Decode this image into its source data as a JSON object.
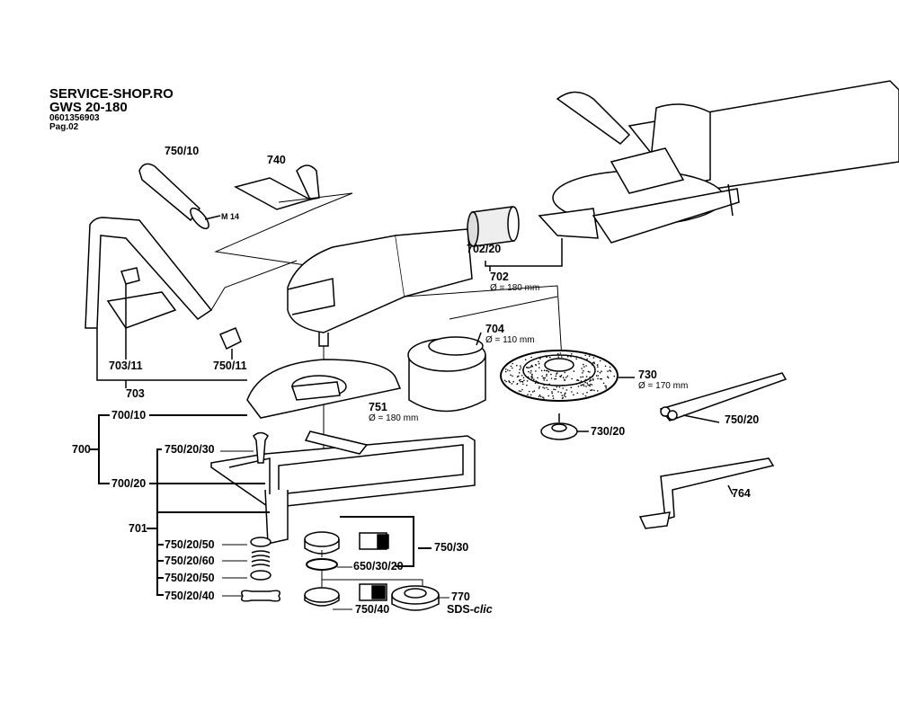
{
  "header": {
    "shop": "SERVICE-SHOP.RO",
    "model": "GWS 20-180",
    "part_number": "0601356903",
    "page": "Pag.02"
  },
  "parts": {
    "p750_10": "750/10",
    "p740": "740",
    "m14": "M 14",
    "p702_20": "702/20",
    "p702": "702",
    "p702_dia": "Ø = 180 mm",
    "p704": "704",
    "p704_dia": "Ø = 110 mm",
    "p703_11": "703/11",
    "p750_11": "750/11",
    "p703": "703",
    "p730": "730",
    "p730_dia": "Ø = 170 mm",
    "p751": "751",
    "p751_dia": "Ø = 180 mm",
    "p700_10": "700/10",
    "p750_20": "750/20",
    "p730_20": "730/20",
    "p700": "700",
    "p750_20_30": "750/20/30",
    "p700_20": "700/20",
    "p764": "764",
    "p701": "701",
    "p750_20_50a": "750/20/50",
    "p750_30": "750/30",
    "p750_20_60": "750/20/60",
    "p650_30_20": "650/30/20",
    "p750_20_50b": "750/20/50",
    "p770": "770",
    "sds_prefix": "SDS-",
    "sds_suffix": "clic",
    "p750_20_40": "750/20/40",
    "p750_40": "750/40"
  }
}
